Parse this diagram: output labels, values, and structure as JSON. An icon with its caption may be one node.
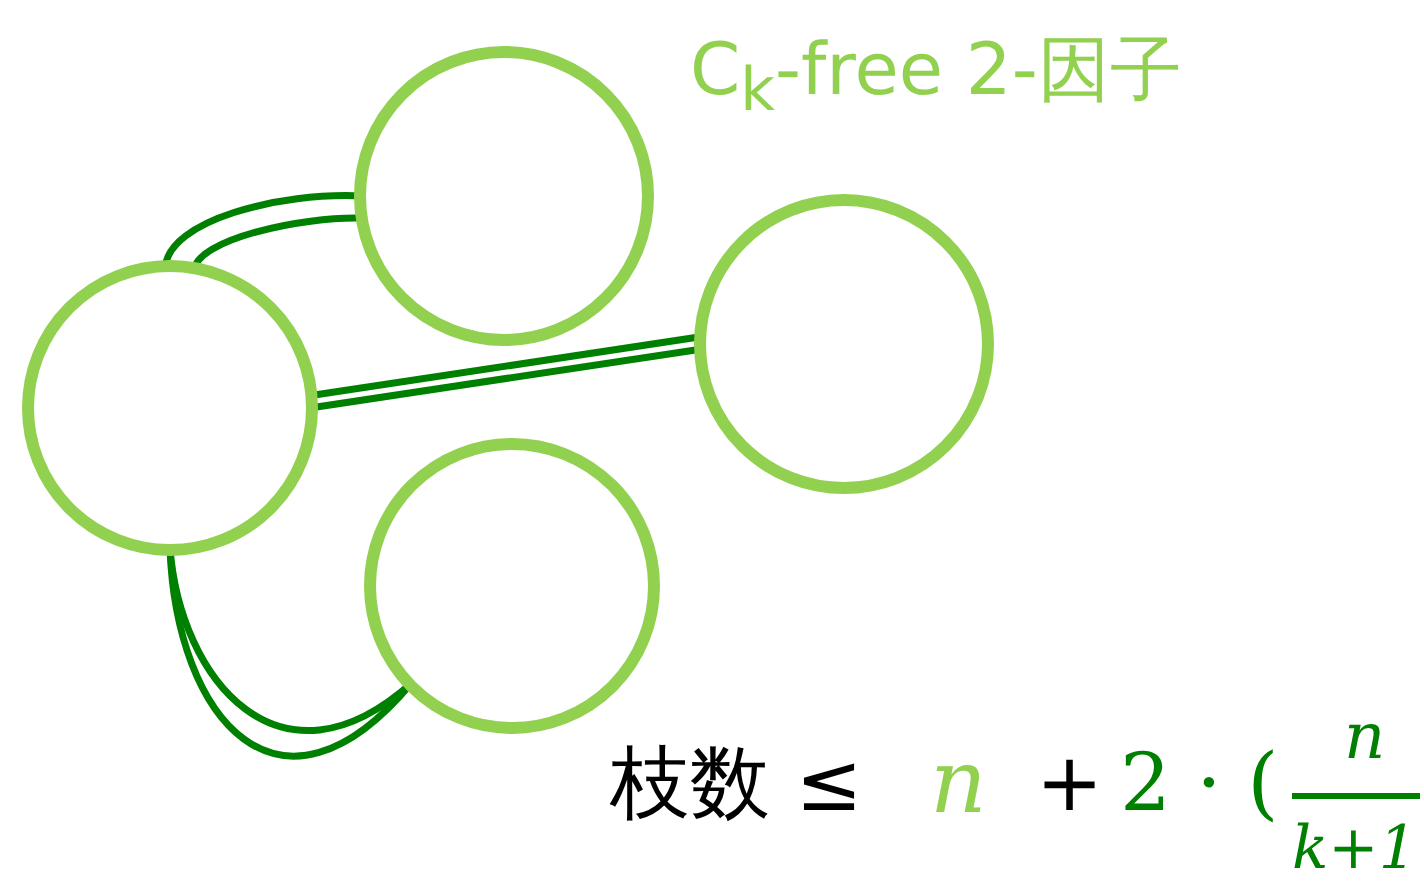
{
  "diagram": {
    "title": "C$_{k}$-free 2-因子",
    "nodes": [
      {
        "text": [],
        "shape": "circle"
      },
      {
        "text": [],
        "shape": "circle"
      },
      {
        "text": [],
        "shape": "circle"
      },
      {
        "text": [],
        "shape": "circle"
      }
    ],
    "edges": [
      {
        "from": 0,
        "to": 1,
        "arrow": "none"
      },
      {
        "from": 0,
        "to": 1,
        "arrow": "none"
      },
      {
        "from": 0,
        "to": 2,
        "arrow": "none"
      },
      {
        "from": 0,
        "to": 2,
        "arrow": "none"
      },
      {
        "from": 0,
        "to": 3,
        "arrow": "none"
      },
      {
        "from": 0,
        "to": 3,
        "arrow": "none"
      }
    ],
    "labels": [
      "枝数 ≤",
      "n",
      "+",
      "2 · (",
      "n",
      "k+1"
    ]
  }
}
